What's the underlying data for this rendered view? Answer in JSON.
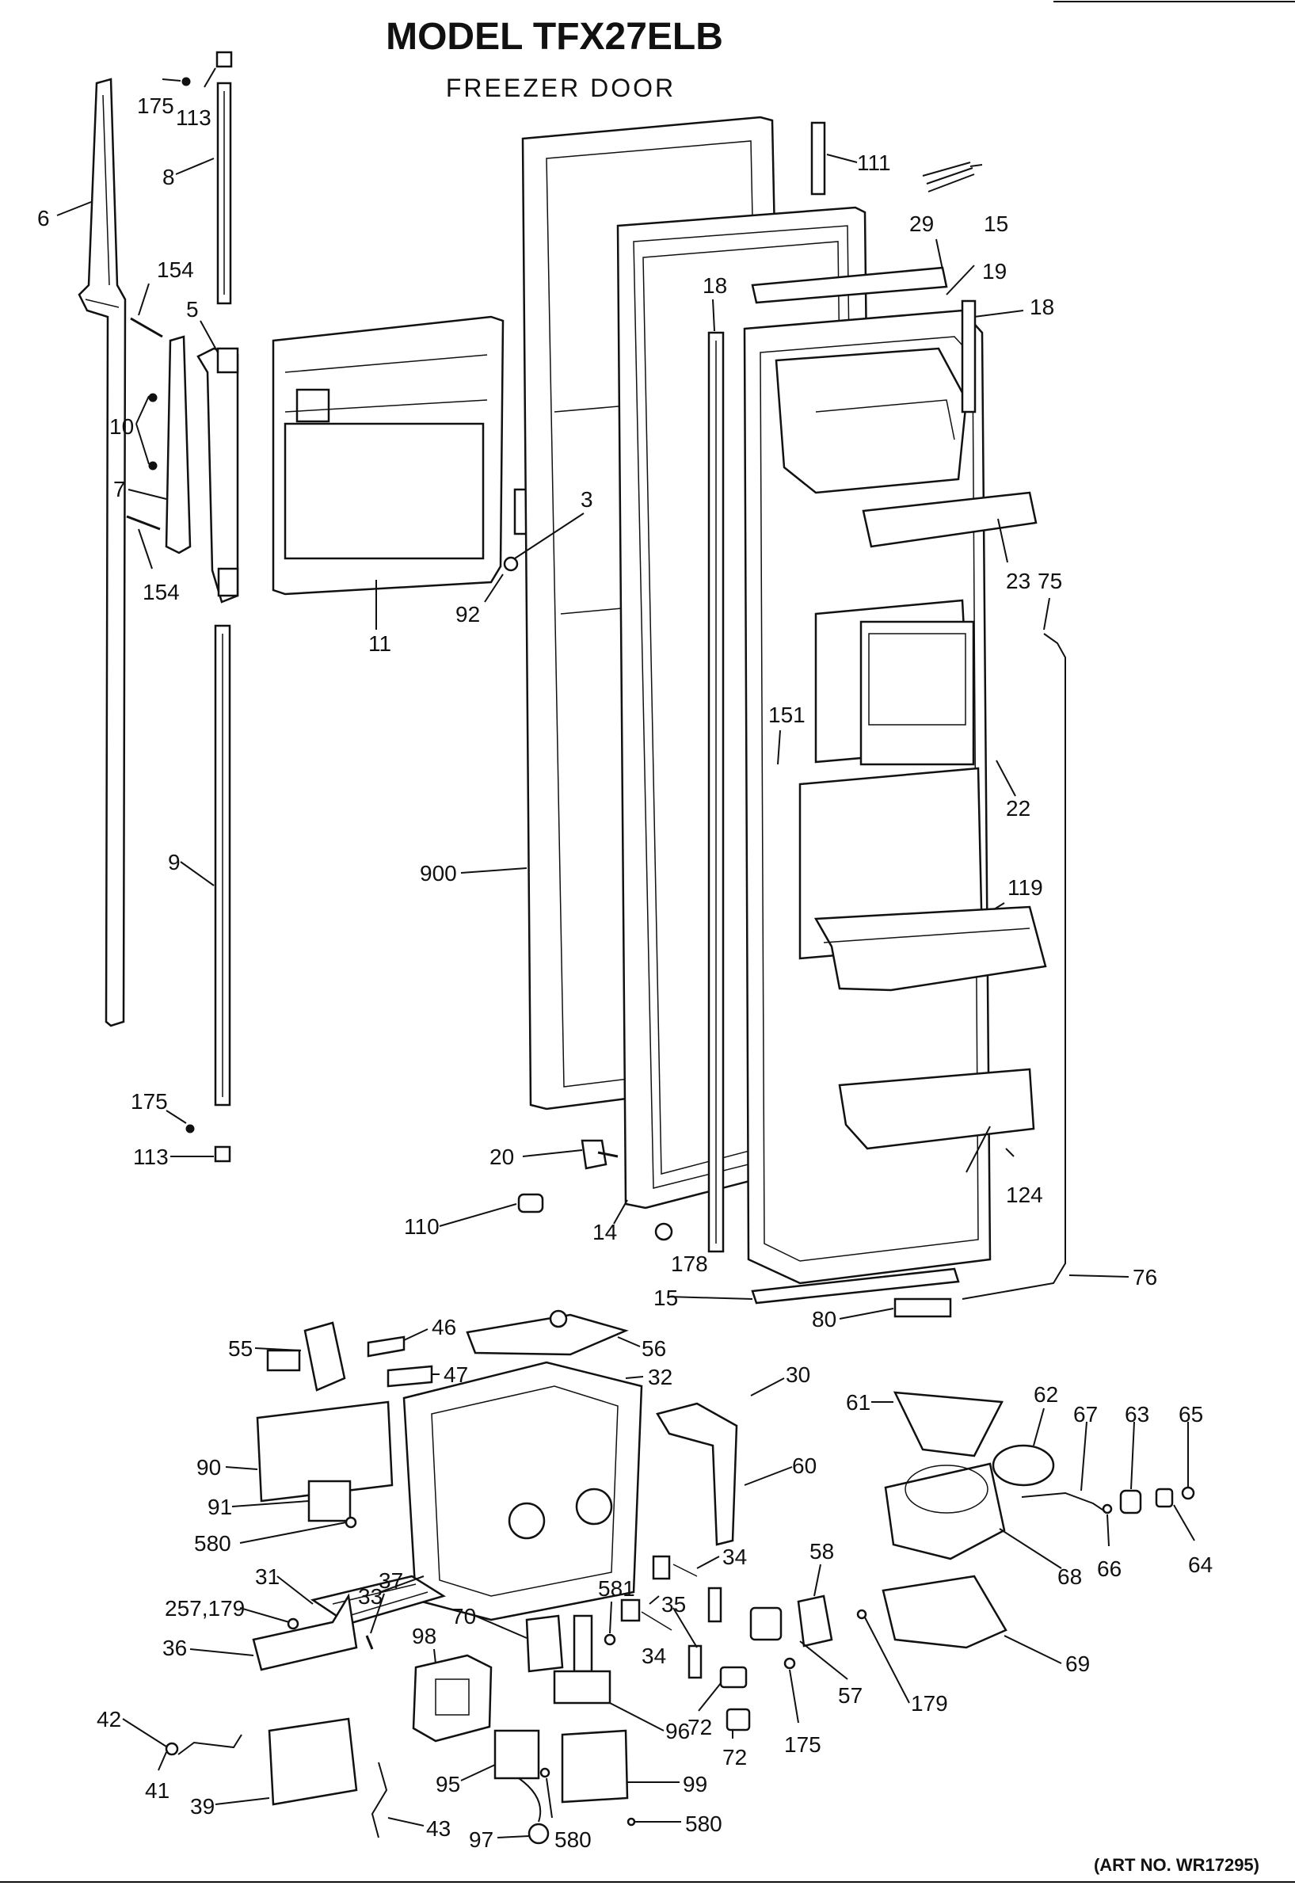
{
  "title": "MODEL TFX27ELB",
  "subtitle": "FREEZER DOOR",
  "art_number": "(ART NO. WR17295)",
  "callouts": [
    {
      "id": "c-175a",
      "label": "175"
    },
    {
      "id": "c-113a",
      "label": "113"
    },
    {
      "id": "c-8",
      "label": "8"
    },
    {
      "id": "c-6",
      "label": "6"
    },
    {
      "id": "c-154a",
      "label": "154"
    },
    {
      "id": "c-5",
      "label": "5"
    },
    {
      "id": "c-10",
      "label": "10"
    },
    {
      "id": "c-7",
      "label": "7"
    },
    {
      "id": "c-154b",
      "label": "154"
    },
    {
      "id": "c-11",
      "label": "11"
    },
    {
      "id": "c-3",
      "label": "3"
    },
    {
      "id": "c-92",
      "label": "92"
    },
    {
      "id": "c-9",
      "label": "9"
    },
    {
      "id": "c-900",
      "label": "900"
    },
    {
      "id": "c-175b",
      "label": "175"
    },
    {
      "id": "c-113b",
      "label": "113"
    },
    {
      "id": "c-20",
      "label": "20"
    },
    {
      "id": "c-110",
      "label": "110"
    },
    {
      "id": "c-14",
      "label": "14"
    },
    {
      "id": "c-178",
      "label": "178"
    },
    {
      "id": "c-111",
      "label": "111"
    },
    {
      "id": "c-29",
      "label": "29"
    },
    {
      "id": "c-15a",
      "label": "15"
    },
    {
      "id": "c-19",
      "label": "19"
    },
    {
      "id": "c-18a",
      "label": "18"
    },
    {
      "id": "c-18b",
      "label": "18"
    },
    {
      "id": "c-23",
      "label": "23"
    },
    {
      "id": "c-75",
      "label": "75"
    },
    {
      "id": "c-151",
      "label": "151"
    },
    {
      "id": "c-22",
      "label": "22"
    },
    {
      "id": "c-119",
      "label": "119"
    },
    {
      "id": "c-124",
      "label": "124"
    },
    {
      "id": "c-15b",
      "label": "15"
    },
    {
      "id": "c-76",
      "label": "76"
    },
    {
      "id": "c-80",
      "label": "80"
    },
    {
      "id": "c-55",
      "label": "55"
    },
    {
      "id": "c-46",
      "label": "46"
    },
    {
      "id": "c-56",
      "label": "56"
    },
    {
      "id": "c-47",
      "label": "47"
    },
    {
      "id": "c-32",
      "label": "32"
    },
    {
      "id": "c-30",
      "label": "30"
    },
    {
      "id": "c-61",
      "label": "61"
    },
    {
      "id": "c-62",
      "label": "62"
    },
    {
      "id": "c-67",
      "label": "67"
    },
    {
      "id": "c-63",
      "label": "63"
    },
    {
      "id": "c-65",
      "label": "65"
    },
    {
      "id": "c-60",
      "label": "60"
    },
    {
      "id": "c-90",
      "label": "90"
    },
    {
      "id": "c-91",
      "label": "91"
    },
    {
      "id": "c-580a",
      "label": "580"
    },
    {
      "id": "c-31",
      "label": "31"
    },
    {
      "id": "c-33",
      "label": "33"
    },
    {
      "id": "c-34a",
      "label": "34"
    },
    {
      "id": "c-35",
      "label": "35"
    },
    {
      "id": "c-58",
      "label": "58"
    },
    {
      "id": "c-68",
      "label": "68"
    },
    {
      "id": "c-66",
      "label": "66"
    },
    {
      "id": "c-64",
      "label": "64"
    },
    {
      "id": "c-69",
      "label": "69"
    },
    {
      "id": "c-257179",
      "label": "257,179"
    },
    {
      "id": "c-36",
      "label": "36"
    },
    {
      "id": "c-37",
      "label": "37"
    },
    {
      "id": "c-98",
      "label": "98"
    },
    {
      "id": "c-70",
      "label": "70"
    },
    {
      "id": "c-581",
      "label": "581"
    },
    {
      "id": "c-34b",
      "label": "34"
    },
    {
      "id": "c-57",
      "label": "57"
    },
    {
      "id": "c-179",
      "label": "179"
    },
    {
      "id": "c-42",
      "label": "42"
    },
    {
      "id": "c-96",
      "label": "96"
    },
    {
      "id": "c-72a",
      "label": "72"
    },
    {
      "id": "c-72b",
      "label": "72"
    },
    {
      "id": "c-175c",
      "label": "175"
    },
    {
      "id": "c-41",
      "label": "41"
    },
    {
      "id": "c-39",
      "label": "39"
    },
    {
      "id": "c-95",
      "label": "95"
    },
    {
      "id": "c-99",
      "label": "99"
    },
    {
      "id": "c-43",
      "label": "43"
    },
    {
      "id": "c-97",
      "label": "97"
    },
    {
      "id": "c-580b",
      "label": "580"
    },
    {
      "id": "c-580c",
      "label": "580"
    }
  ]
}
